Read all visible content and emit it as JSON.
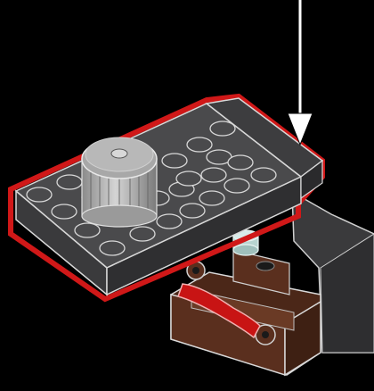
{
  "instruction_step": {
    "background_color": "#000000",
    "highlight_outline_color": "#d01818",
    "arrow_color": "#ffffff",
    "parts": [
      {
        "name": "plate-dark-gray",
        "color": "#4a4a4c"
      },
      {
        "name": "slope-dark-gray",
        "color": "#3d3d3f"
      },
      {
        "name": "round-tile-light-gray",
        "color": "#a8a8a8"
      },
      {
        "name": "technic-base-brown",
        "color": "#5a2f1e"
      },
      {
        "name": "lever-red",
        "color": "#c81414"
      },
      {
        "name": "trans-clear-stud",
        "color": "#b8d4d0"
      }
    ]
  }
}
